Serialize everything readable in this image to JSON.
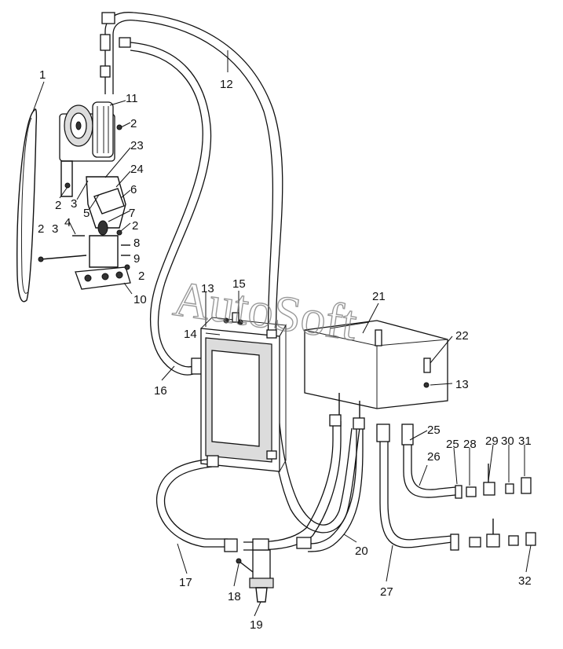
{
  "watermark": "AutoSoft",
  "callouts": [
    {
      "id": "c1",
      "text": "1"
    },
    {
      "id": "c11",
      "text": "11"
    },
    {
      "id": "c2a",
      "text": "2"
    },
    {
      "id": "c23",
      "text": "23"
    },
    {
      "id": "c24",
      "text": "24"
    },
    {
      "id": "c6",
      "text": "6"
    },
    {
      "id": "c2b",
      "text": "2"
    },
    {
      "id": "c3a",
      "text": "3"
    },
    {
      "id": "c5",
      "text": "5"
    },
    {
      "id": "c7",
      "text": "7"
    },
    {
      "id": "c4",
      "text": "4"
    },
    {
      "id": "c2c",
      "text": "2"
    },
    {
      "id": "c2d",
      "text": "2"
    },
    {
      "id": "c3b",
      "text": "3"
    },
    {
      "id": "c8",
      "text": "8"
    },
    {
      "id": "c9",
      "text": "9"
    },
    {
      "id": "c2e",
      "text": "2"
    },
    {
      "id": "c10",
      "text": "10"
    },
    {
      "id": "c12",
      "text": "12"
    },
    {
      "id": "c13a",
      "text": "13"
    },
    {
      "id": "c15",
      "text": "15"
    },
    {
      "id": "c14",
      "text": "14"
    },
    {
      "id": "c16",
      "text": "16"
    },
    {
      "id": "c21",
      "text": "21"
    },
    {
      "id": "c22",
      "text": "22"
    },
    {
      "id": "c13b",
      "text": "13"
    },
    {
      "id": "c25a",
      "text": "25"
    },
    {
      "id": "c25b",
      "text": "25"
    },
    {
      "id": "c28",
      "text": "28"
    },
    {
      "id": "c29",
      "text": "29"
    },
    {
      "id": "c30",
      "text": "30"
    },
    {
      "id": "c31",
      "text": "31"
    },
    {
      "id": "c26",
      "text": "26"
    },
    {
      "id": "c20",
      "text": "20"
    },
    {
      "id": "c17",
      "text": "17"
    },
    {
      "id": "c18",
      "text": "18"
    },
    {
      "id": "c19",
      "text": "19"
    },
    {
      "id": "c27",
      "text": "27"
    },
    {
      "id": "c32",
      "text": "32"
    }
  ]
}
